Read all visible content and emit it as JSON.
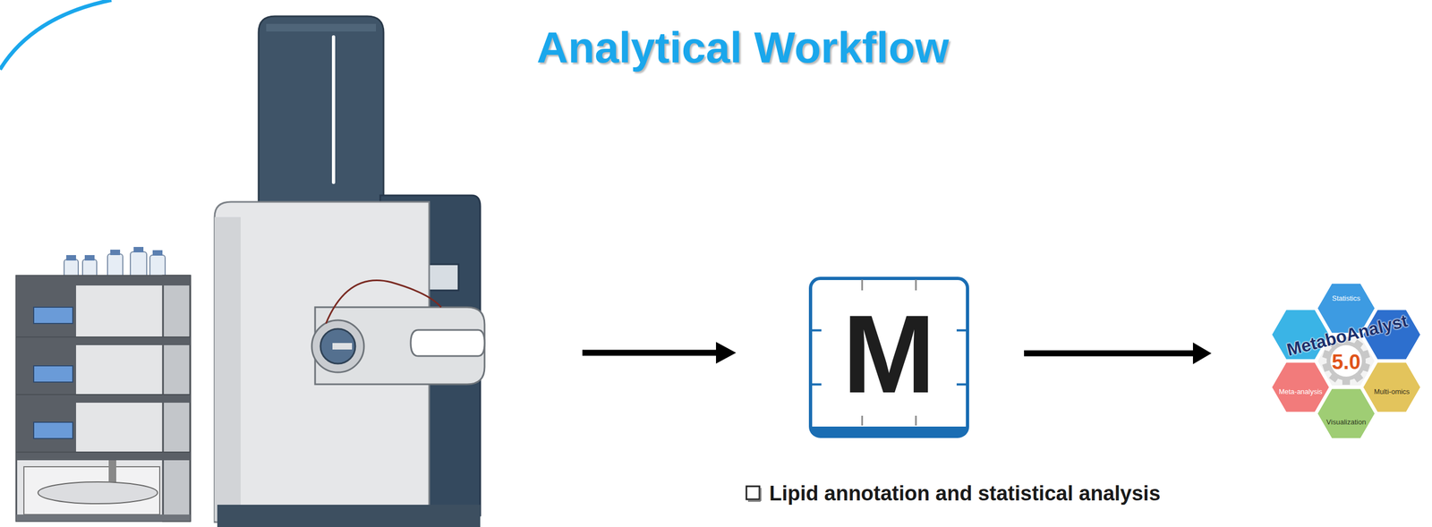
{
  "diagram": {
    "title": "Analytical Workflow",
    "nodes": [
      {
        "text": [
          "M"
        ]
      },
      {
        "text": [
          "MetaboAnalyst",
          "5.0",
          "Statistics",
          "Meta-analysis",
          "Multi-omics",
          "Visualization"
        ]
      }
    ],
    "edges": [
      {
        "from": 0,
        "to": 1,
        "arrow": "to"
      }
    ],
    "labels": [
      "Lipid annotation and statistical analysis"
    ]
  }
}
